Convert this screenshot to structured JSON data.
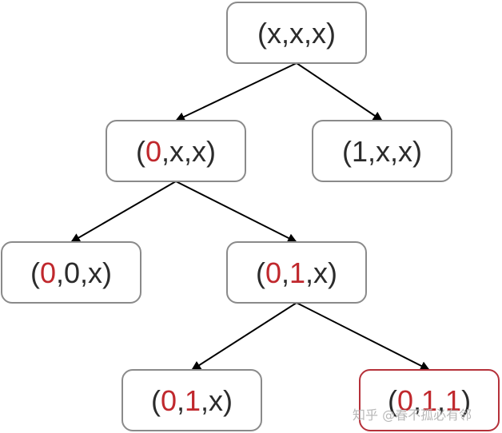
{
  "colors": {
    "background": "#ffffff",
    "node_border": "#8a8a8a",
    "highlight_border": "#b5313a",
    "text_default": "#2b2b2b",
    "text_highlight": "#c0282d",
    "edge": "#000000",
    "watermark": "#b8b8b8"
  },
  "nodes": [
    {
      "id": "root",
      "highlighted": false,
      "tokens": [
        {
          "text": "(",
          "red": false
        },
        {
          "text": "x,x,x",
          "red": false
        },
        {
          "text": ")",
          "red": false
        }
      ]
    },
    {
      "id": "n0xx",
      "highlighted": false,
      "tokens": [
        {
          "text": "(",
          "red": false
        },
        {
          "text": "0",
          "red": true
        },
        {
          "text": ",x,x)",
          "red": false
        }
      ]
    },
    {
      "id": "n1xx",
      "highlighted": false,
      "tokens": [
        {
          "text": "(1,x,x)",
          "red": false
        }
      ]
    },
    {
      "id": "n00x",
      "highlighted": false,
      "tokens": [
        {
          "text": "(",
          "red": false
        },
        {
          "text": "0",
          "red": true
        },
        {
          "text": ",0,x)",
          "red": false
        }
      ]
    },
    {
      "id": "n01x",
      "highlighted": false,
      "tokens": [
        {
          "text": "(",
          "red": false
        },
        {
          "text": "0",
          "red": true
        },
        {
          "text": ",",
          "red": false
        },
        {
          "text": "1",
          "red": true
        },
        {
          "text": ",x)",
          "red": false
        }
      ]
    },
    {
      "id": "n01x_b",
      "highlighted": false,
      "tokens": [
        {
          "text": "(",
          "red": false
        },
        {
          "text": "0",
          "red": true
        },
        {
          "text": ",",
          "red": false
        },
        {
          "text": "1",
          "red": true
        },
        {
          "text": ",x)",
          "red": false
        }
      ]
    },
    {
      "id": "n011",
      "highlighted": true,
      "tokens": [
        {
          "text": "(",
          "red": false
        },
        {
          "text": "0",
          "red": true
        },
        {
          "text": ",",
          "red": false
        },
        {
          "text": "1",
          "red": true
        },
        {
          "text": ",",
          "red": false
        },
        {
          "text": "1",
          "red": true
        },
        {
          "text": ")",
          "red": false
        }
      ]
    }
  ],
  "edges": [
    {
      "from": "root",
      "to": "n0xx"
    },
    {
      "from": "root",
      "to": "n1xx"
    },
    {
      "from": "n0xx",
      "to": "n00x"
    },
    {
      "from": "n0xx",
      "to": "n01x"
    },
    {
      "from": "n01x",
      "to": "n01x_b"
    },
    {
      "from": "n01x",
      "to": "n011"
    }
  ],
  "watermark": "知乎 @春不孤必有邻"
}
